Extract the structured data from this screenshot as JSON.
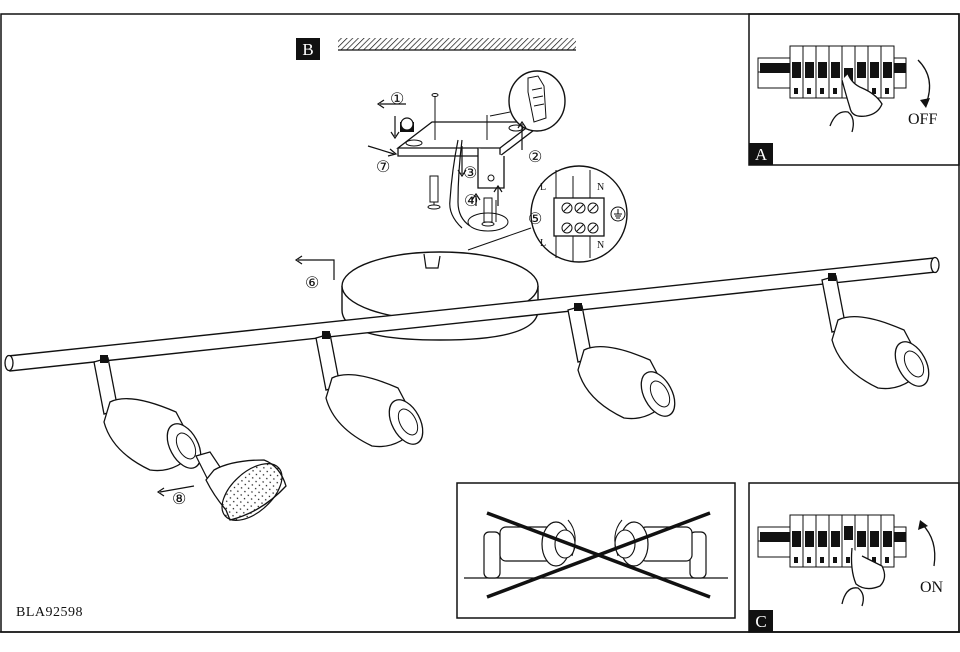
{
  "panels": {
    "B": {
      "label": "B"
    },
    "A": {
      "label": "A",
      "switch_state": "OFF"
    },
    "C": {
      "label": "C",
      "switch_state": "ON"
    }
  },
  "steps": [
    "①",
    "②",
    "③",
    "④",
    "⑤",
    "⑥",
    "⑦",
    "⑧"
  ],
  "terminals": {
    "top": [
      "L",
      "N"
    ],
    "bottom": [
      "L",
      "N"
    ]
  },
  "model_number": "BLA92598",
  "colors": {
    "line": "#111111",
    "background": "#ffffff",
    "panel_label_bg": "#111111"
  }
}
